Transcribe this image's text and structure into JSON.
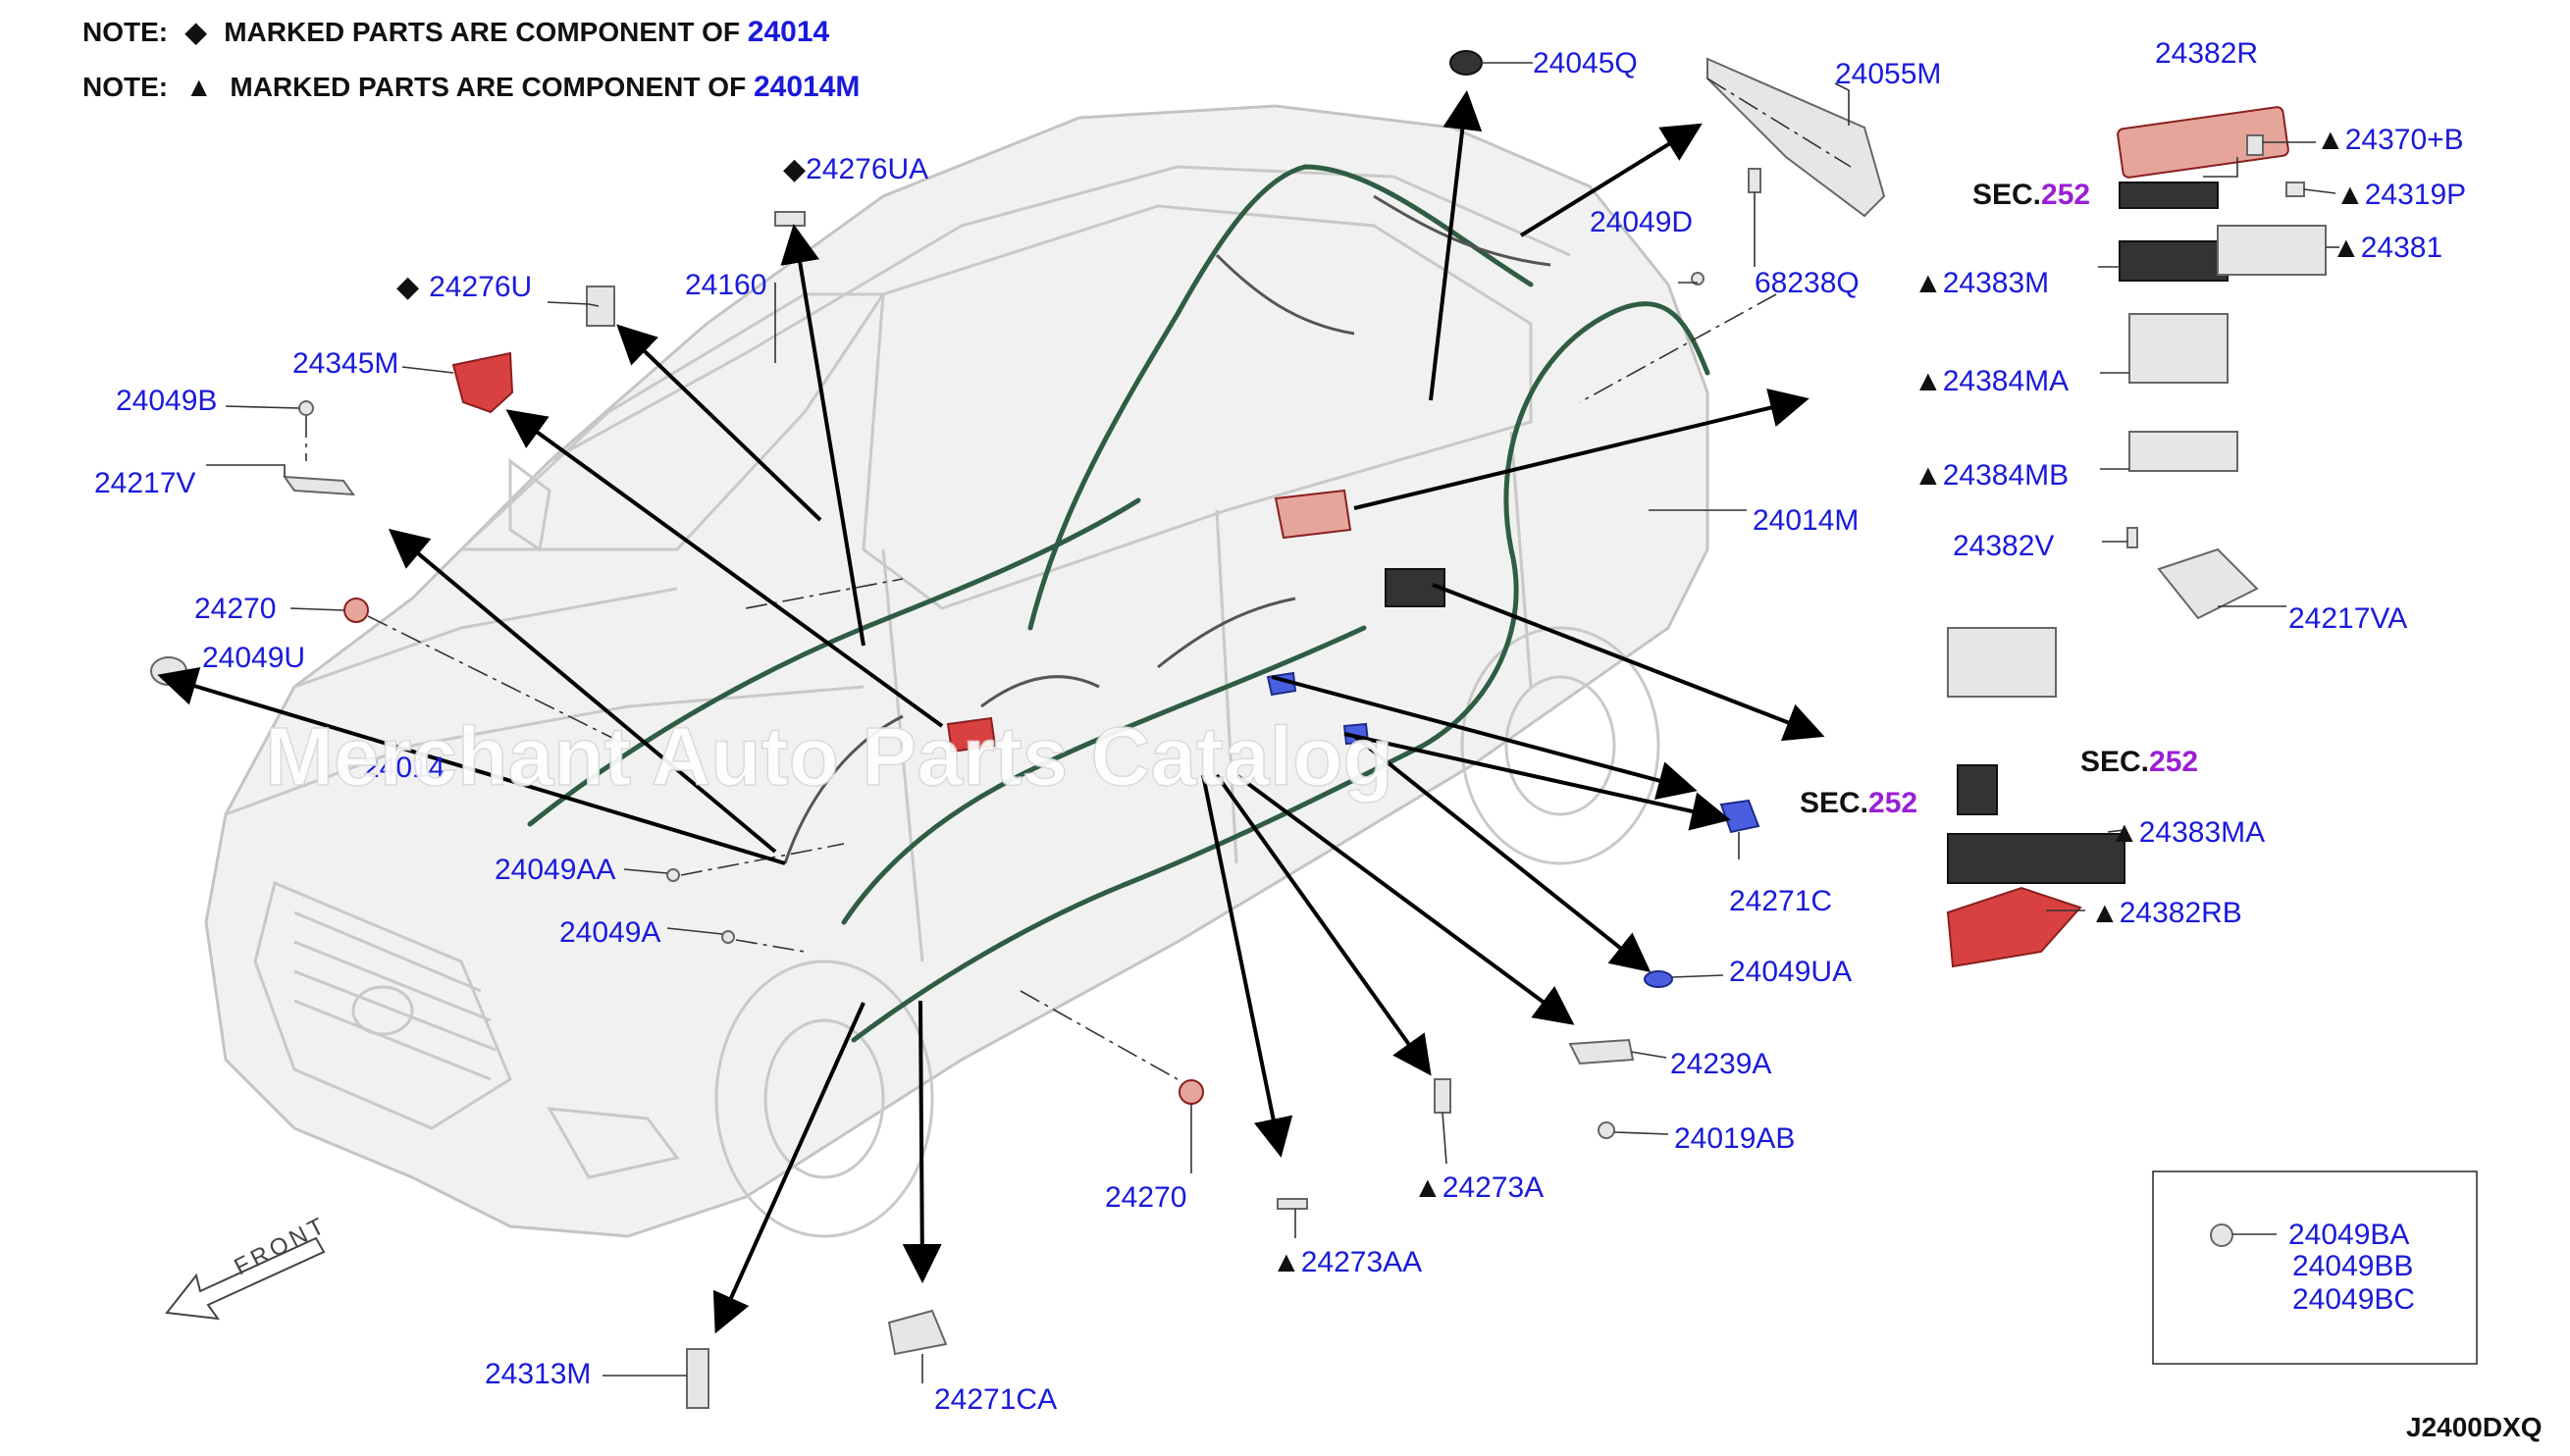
{
  "notes": [
    {
      "prefix": "NOTE:",
      "symbol": "◆",
      "text": "MARKED PARTS ARE COMPONENT OF",
      "ref": "24014"
    },
    {
      "prefix": "NOTE:",
      "symbol": "▲",
      "text": "MARKED PARTS ARE COMPONENT OF",
      "ref": "24014M"
    }
  ],
  "labels": {
    "p24045Q": "24045Q",
    "p24055M": "24055M",
    "p24382R": "24382R",
    "p24370B": "24370+B",
    "p24319P": "24319P",
    "p24381": "24381",
    "p24383M": "24383M",
    "p24384MA": "24384MA",
    "p24384MB": "24384MB",
    "p24382V": "24382V",
    "p24217VA": "24217VA",
    "p24276UA": "24276UA",
    "p24276U": "24276U",
    "p24160": "24160",
    "p24345M": "24345M",
    "p24049B": "24049B",
    "p24217V": "24217V",
    "p24270a": "24270",
    "p24049U": "24049U",
    "p24049D": "24049D",
    "p68238Q": "68238Q",
    "p24014M": "24014M",
    "p24014": "240​14",
    "p24049AA": "24049AA",
    "p24049A": "24049A",
    "p24271C": "24271C",
    "p24383MA": "24383MA",
    "p24382RB": "24382RB",
    "p24049UA": "24049UA",
    "p24239A": "24239A",
    "p24019AB": "24019AB",
    "p24273A": "24273A",
    "p24270b": "24270",
    "p24273AA": "24273AA",
    "p24313M": "24313M",
    "p24271CA": "24271CA",
    "p24049BA": "24049BA",
    "p24049BB": "24049BB",
    "p24049BC": "24049BC"
  },
  "sec": [
    {
      "prefix": "SEC.",
      "number": "252"
    },
    {
      "prefix": "SEC.",
      "number": "252"
    },
    {
      "prefix": "SEC.",
      "number": "252"
    }
  ],
  "triangle": "▲",
  "diamond": "◆",
  "front_label": "FRONT",
  "diagram_code": "J2400DXQ",
  "watermark": "Merchant Auto Parts Catalog",
  "colors": {
    "label_blue": "#1a1adb",
    "sec_purple": "#9a1fd6",
    "harness_green": "#2f5d44",
    "part_red": "#d8413f",
    "part_blue": "#4a5fe0"
  }
}
